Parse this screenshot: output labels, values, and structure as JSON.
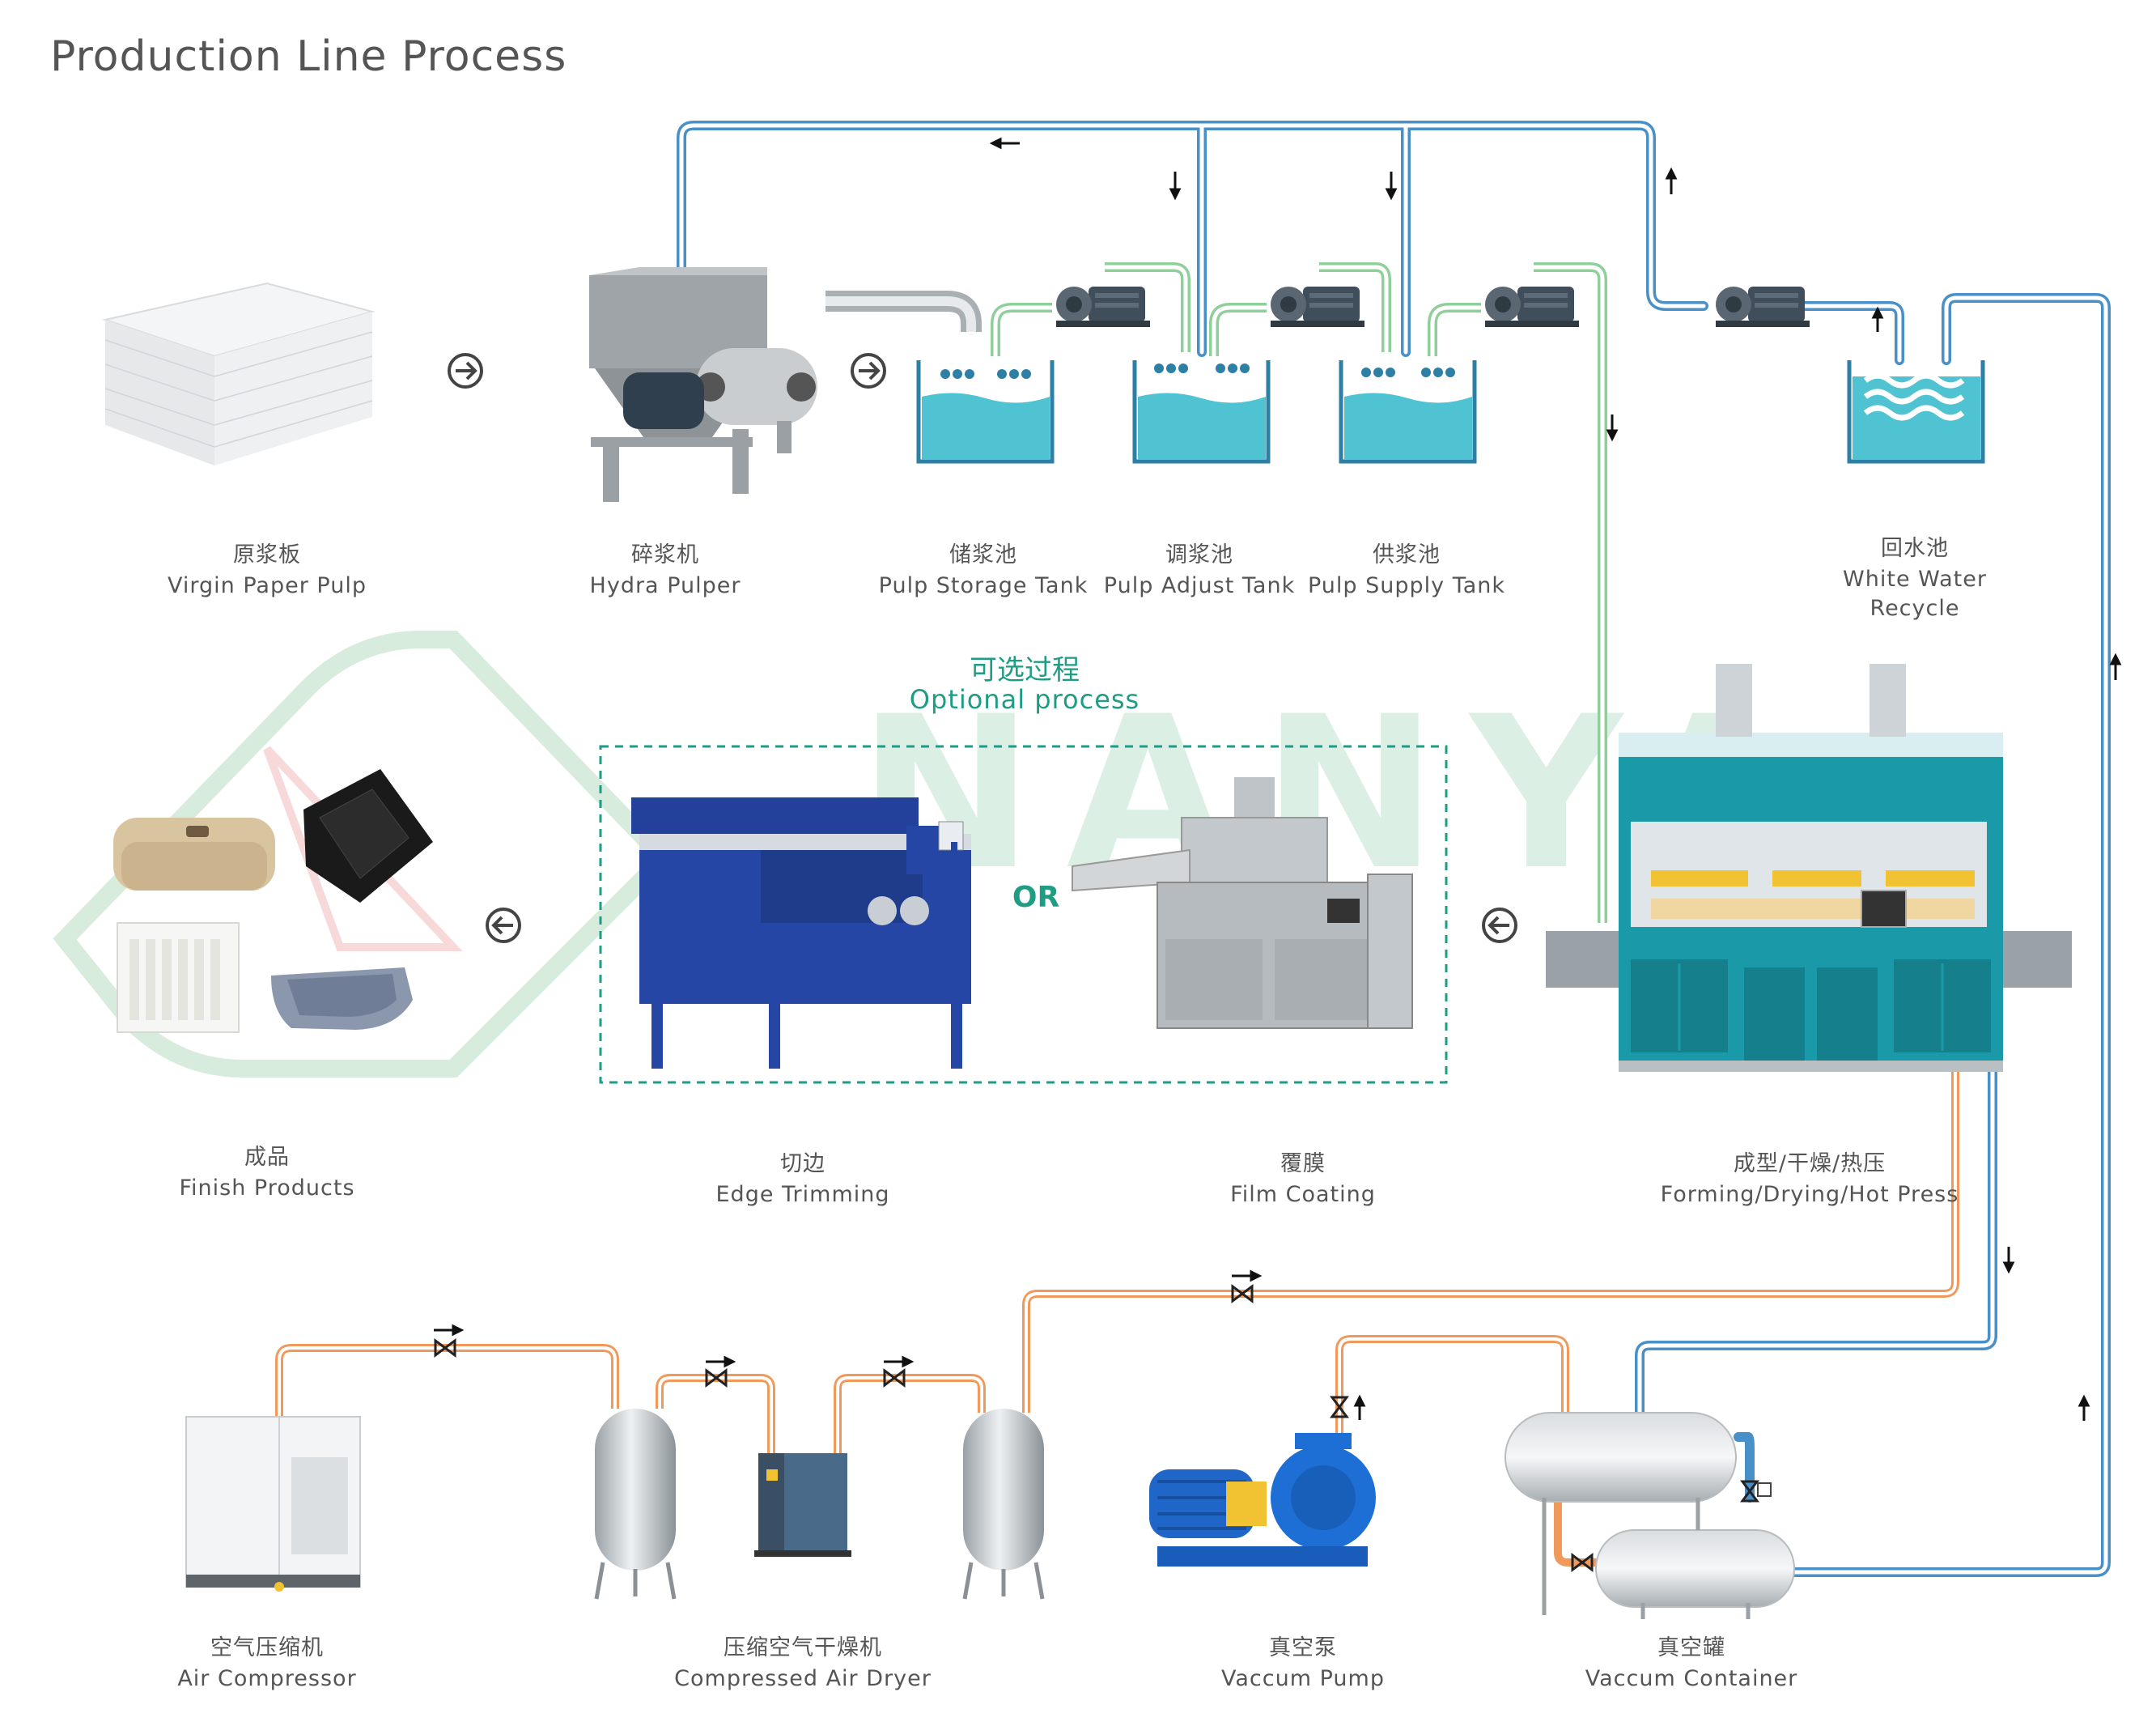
{
  "title": "Production Line Process",
  "watermark": "NANYA",
  "optional": {
    "zh": "可选过程",
    "en": "Optional process",
    "or": "OR"
  },
  "steps": {
    "virgin_pulp": {
      "zh": "原浆板",
      "en": "Virgin Paper Pulp"
    },
    "hydra_pulper": {
      "zh": "碎浆机",
      "en": "Hydra Pulper"
    },
    "storage_tank": {
      "zh": "储浆池",
      "en": "Pulp Storage Tank"
    },
    "adjust_tank": {
      "zh": "调浆池",
      "en": "Pulp Adjust Tank"
    },
    "supply_tank": {
      "zh": "供浆池",
      "en": "Pulp Supply Tank"
    },
    "white_water": {
      "zh": "回水池",
      "en1": "White Water",
      "en2": "Recycle"
    },
    "finish_products": {
      "zh": "成品",
      "en": "Finish Products"
    },
    "edge_trimming": {
      "zh": "切边",
      "en": "Edge Trimming"
    },
    "film_coating": {
      "zh": "覆膜",
      "en": "Film Coating"
    },
    "forming": {
      "zh": "成型/干燥/热压",
      "en": "Forming/Drying/Hot Press"
    },
    "air_compressor": {
      "zh": "空气压缩机",
      "en": "Air Compressor"
    },
    "air_dryer": {
      "zh": "压缩空气干燥机",
      "en": "Compressed Air Dryer"
    },
    "vacuum_pump": {
      "zh": "真空泵",
      "en": "Vaccum Pump"
    },
    "vacuum_container": {
      "zh": "真空罐",
      "en": "Vaccum Container"
    }
  },
  "colors": {
    "pipe_blue": "#4a90c8",
    "pipe_green": "#8fcf9a",
    "pipe_orange": "#f0995a",
    "tank_fill": "#4fc3d2",
    "accent_green": "#1e9c84",
    "machine_teal": "#1a9aa8",
    "machine_blue": "#1f3c9a"
  },
  "icons": [
    "arrow-right-circle-icon",
    "arrow-left-circle-icon",
    "valve-icon",
    "flow-arrow-icon",
    "water-drops-icon",
    "wave-icon"
  ]
}
